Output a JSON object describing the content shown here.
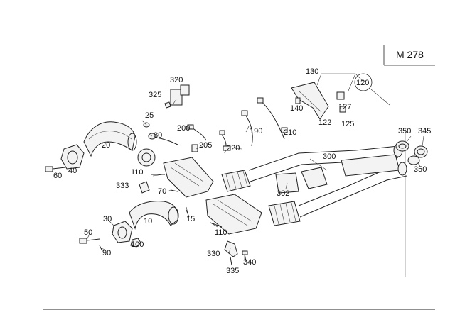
{
  "model_label": "M 278",
  "callouts": {
    "c10": "10",
    "c15": "15",
    "c20": "20",
    "c25": "25",
    "c30": "30",
    "c40": "40",
    "c50": "50",
    "c60": "60",
    "c70": "70",
    "c80": "80",
    "c90": "90",
    "c100": "100",
    "c110a": "110",
    "c110b": "110",
    "c120": "120",
    "c122": "122",
    "c125": "125",
    "c127": "127",
    "c130": "130",
    "c140": "140",
    "c190": "190",
    "c200": "200",
    "c205": "205",
    "c210": "210",
    "c220": "220",
    "c300": "300",
    "c302": "302",
    "c320": "320",
    "c325": "325",
    "c330": "330",
    "c333": "333",
    "c335": "335",
    "c340": "340",
    "c345": "345",
    "c350a": "350",
    "c350b": "350"
  }
}
